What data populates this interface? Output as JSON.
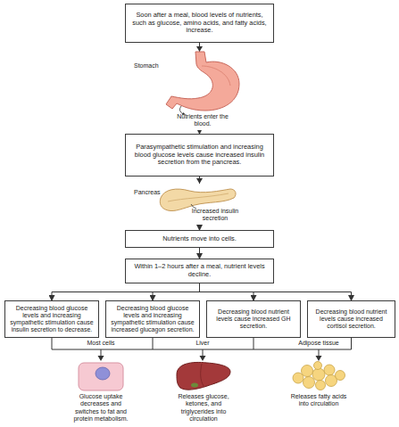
{
  "diagram": {
    "nodes": [
      {
        "text": [
          "Soon after a meal, blood levels of nutrients, such as glucose, amino acids, and fatty acids, increase."
        ]
      },
      {
        "text": [
          "Parasympathetic stimulation and increasing blood glucose levels cause increased insulin secretion from the pancreas."
        ]
      },
      {
        "text": [
          "Nutrients move into cells."
        ]
      },
      {
        "text": [
          "Within 1–2 hours after a meal, nutrient levels decline."
        ]
      },
      {
        "text": [
          "Decreasing blood glucose levels and increasing sympathetic stimulation cause insulin secretion to decrease."
        ]
      },
      {
        "text": [
          "Decreasing blood glucose levels and increasing sympathetic stimulation cause increased glucagon secretion."
        ]
      },
      {
        "text": [
          "Decreasing blood nutrient levels cause increased GH secretion."
        ]
      },
      {
        "text": [
          "Decreasing blood nutrient levels cause increased cortisol secretion."
        ]
      }
    ],
    "edges": [
      {
        "from": 0,
        "to": 1,
        "arrow": "to"
      },
      {
        "from": 1,
        "to": 2,
        "arrow": "to"
      },
      {
        "from": 2,
        "to": 3,
        "arrow": "to"
      },
      {
        "from": 3,
        "to": 4,
        "arrow": "to"
      },
      {
        "from": 3,
        "to": 5,
        "arrow": "to"
      },
      {
        "from": 3,
        "to": 6,
        "arrow": "to"
      },
      {
        "from": 3,
        "to": 7,
        "arrow": "to"
      }
    ],
    "labels": [
      "Stomach",
      "Nutrients enter the blood.",
      "Pancreas",
      "Increased insulin secretion",
      "Most cells",
      "Liver",
      "Adipose tissue",
      "Glucose uptake decreases and switches to fat and protein metabolism.",
      "Releases glucose, ketones, and triglycerides into circulation",
      "Releases fatty acids into circulation"
    ]
  }
}
